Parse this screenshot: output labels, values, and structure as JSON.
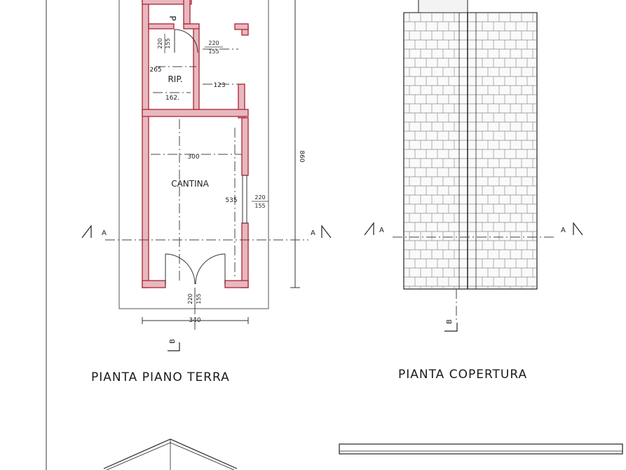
{
  "plan_ground": {
    "caption": "PIANTA PIANO TERRA",
    "rooms": {
      "cantina": "CANTINA",
      "ripostiglio": "RIP.",
      "upper": "P"
    },
    "dimensions": {
      "total_height": "860",
      "total_width": "340",
      "cantina_width": "300",
      "cantina_length": "535",
      "rip_height": "265",
      "rip_width": "162.",
      "side_width": "123",
      "door_top_h": "220",
      "door_top_w": "155",
      "side_door_h": "220",
      "side_door_w": "155",
      "cantina_side_h": "220",
      "cantina_side_w": "155",
      "entry_h": "220",
      "entry_w": "155"
    },
    "section_marks": {
      "a_left": "A",
      "a_right": "A",
      "b": "B"
    }
  },
  "plan_roof": {
    "caption": "PIANTA COPERTURA",
    "section_marks": {
      "a_left": "A",
      "a_right": "A",
      "b": "B"
    }
  },
  "colors": {
    "wall_fill": "#e8b8bf",
    "wall_stroke": "#b03040",
    "line": "#2a2a2a"
  }
}
